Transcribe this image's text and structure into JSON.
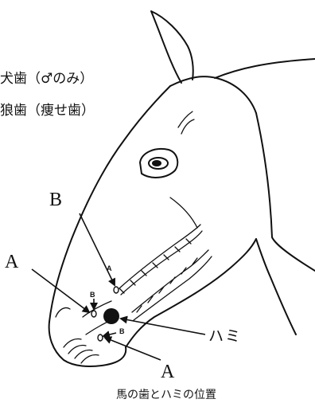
{
  "labels": {
    "canine": "犬歯（♂のみ）",
    "wolf_tooth": "狼歯（痩せ歯）",
    "b_upper": "B",
    "a_left": "A",
    "a_bottom": "A",
    "a_small": "A",
    "b_small_left": "B",
    "b_small_right": "B",
    "bit": "ハミ"
  },
  "caption": "馬の歯とハミの位置",
  "colors": {
    "ink": "#111111",
    "background": "#ffffff"
  }
}
